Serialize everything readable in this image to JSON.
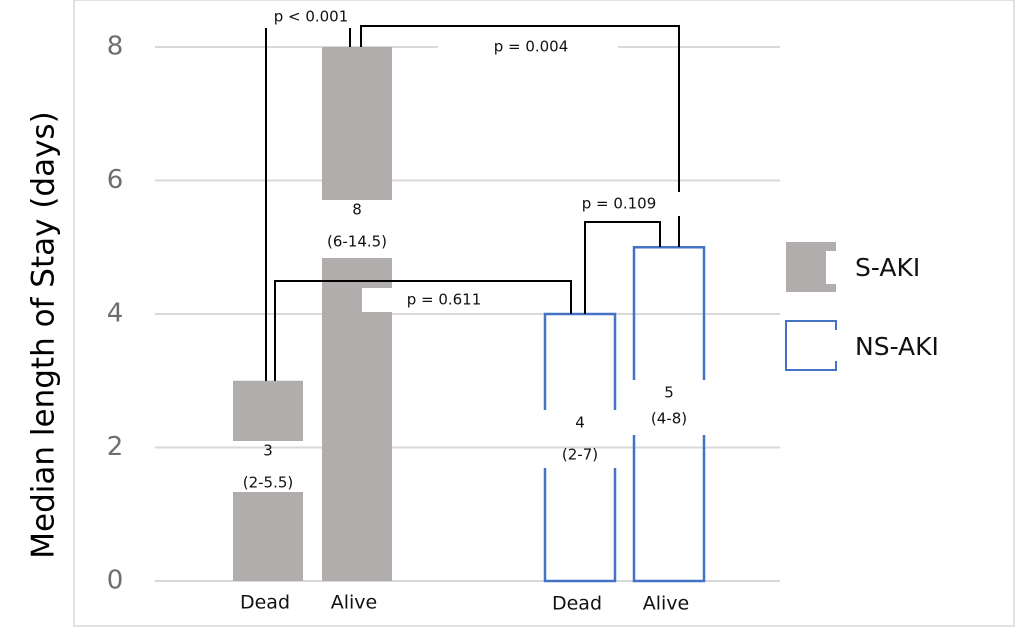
{
  "chart_data": {
    "type": "bar",
    "ylabel": "Median length of Stay (days)",
    "ylim": [
      0,
      8
    ],
    "yticks": [
      0,
      2,
      4,
      6,
      8
    ],
    "grid": true,
    "legend_placement": "right",
    "colors": {
      "s_aki_fill": "#b0adac",
      "ns_aki_edge": "#4472c4",
      "grid": "#d9d9d9",
      "tick_text": "#6e6e6e"
    },
    "series": [
      {
        "name": "S-AKI",
        "style": "filled",
        "categories": [
          "Dead",
          "Alive"
        ],
        "values": [
          3,
          8
        ],
        "labels": [
          [
            "3",
            "(2-5.5)"
          ],
          [
            "8",
            "(6-14.5)"
          ]
        ]
      },
      {
        "name": "NS-AKI",
        "style": "outline",
        "categories": [
          "Dead",
          "Alive"
        ],
        "values": [
          4,
          5
        ],
        "labels": [
          [
            "4",
            "(2-7)"
          ],
          [
            "5",
            "(4-8)"
          ]
        ]
      }
    ],
    "comparisons": [
      {
        "label": "p < 0.001",
        "from": "S-AKI Dead",
        "to": "S-AKI Alive"
      },
      {
        "label": "p = 0.004",
        "from": "S-AKI Alive",
        "to": "NS-AKI Alive"
      },
      {
        "label": "p = 0.109",
        "from": "NS-AKI Dead",
        "to": "NS-AKI Alive"
      },
      {
        "label": "p = 0.611",
        "from": "S-AKI Dead",
        "to": "NS-AKI Dead"
      }
    ]
  }
}
